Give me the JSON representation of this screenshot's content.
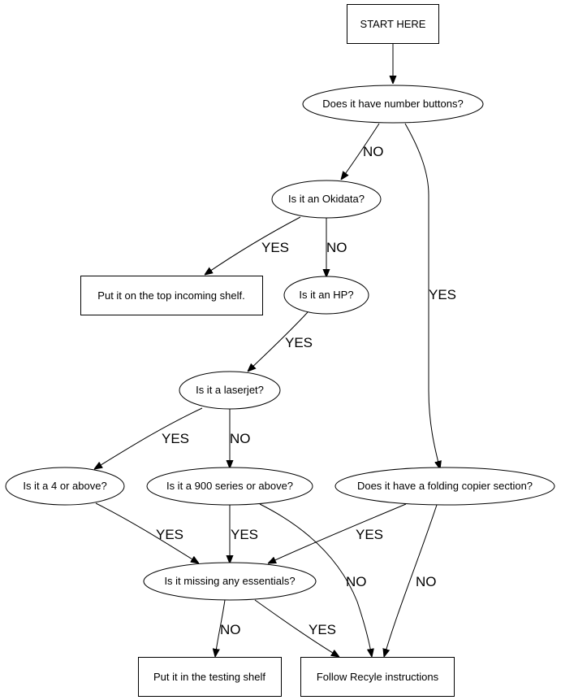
{
  "nodes": {
    "start": {
      "label": "START HERE",
      "shape": "box"
    },
    "number_buttons": {
      "label": "Does it have number buttons?",
      "shape": "ellipse"
    },
    "okidata": {
      "label": "Is it an Okidata?",
      "shape": "ellipse"
    },
    "top_shelf": {
      "label": "Put it on the top incoming shelf.",
      "shape": "box"
    },
    "hp": {
      "label": "Is it an HP?",
      "shape": "ellipse"
    },
    "laserjet": {
      "label": "Is it a laserjet?",
      "shape": "ellipse"
    },
    "four_or_above": {
      "label": "Is it a 4 or above?",
      "shape": "ellipse"
    },
    "nine_hundred": {
      "label": "Is it a 900 series or above?",
      "shape": "ellipse"
    },
    "folding_copier": {
      "label": "Does it have a folding copier section?",
      "shape": "ellipse"
    },
    "missing_essentials": {
      "label": "Is it missing any essentials?",
      "shape": "ellipse"
    },
    "testing_shelf": {
      "label": "Put it in the testing shelf",
      "shape": "box"
    },
    "recycle": {
      "label": "Follow Recyle instructions",
      "shape": "box"
    }
  },
  "edges": [
    {
      "from": "start",
      "to": "number_buttons",
      "label": ""
    },
    {
      "from": "number_buttons",
      "to": "okidata",
      "label": "NO"
    },
    {
      "from": "number_buttons",
      "to": "folding_copier",
      "label": "YES"
    },
    {
      "from": "okidata",
      "to": "top_shelf",
      "label": "YES"
    },
    {
      "from": "okidata",
      "to": "hp",
      "label": "NO"
    },
    {
      "from": "hp",
      "to": "laserjet",
      "label": "YES"
    },
    {
      "from": "laserjet",
      "to": "four_or_above",
      "label": "YES"
    },
    {
      "from": "laserjet",
      "to": "nine_hundred",
      "label": "NO"
    },
    {
      "from": "four_or_above",
      "to": "missing_essentials",
      "label": "YES"
    },
    {
      "from": "nine_hundred",
      "to": "missing_essentials",
      "label": "YES"
    },
    {
      "from": "nine_hundred",
      "to": "recycle",
      "label": "NO"
    },
    {
      "from": "folding_copier",
      "to": "missing_essentials",
      "label": "YES"
    },
    {
      "from": "folding_copier",
      "to": "recycle",
      "label": "NO"
    },
    {
      "from": "missing_essentials",
      "to": "testing_shelf",
      "label": "NO"
    },
    {
      "from": "missing_essentials",
      "to": "recycle",
      "label": "YES"
    }
  ]
}
